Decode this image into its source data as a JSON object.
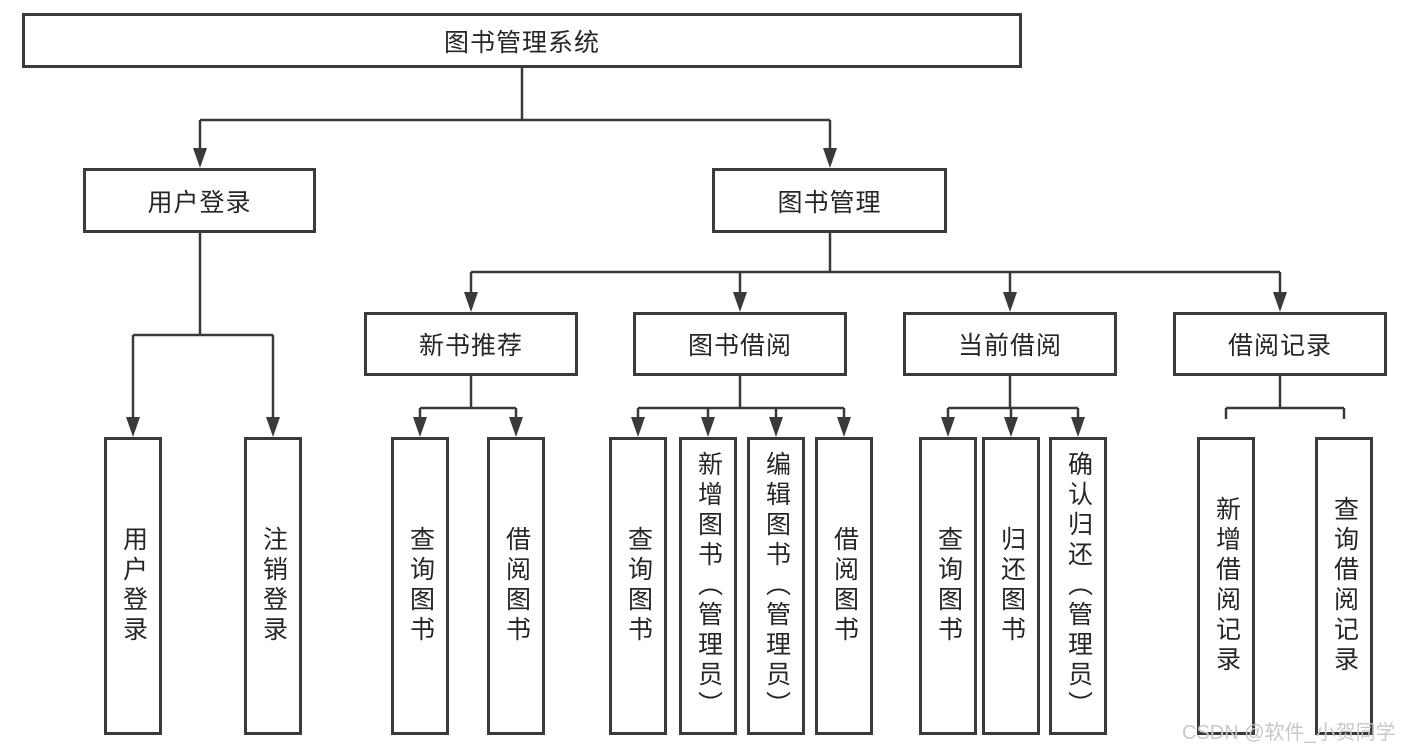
{
  "diagram": {
    "root": {
      "label": "图书管理系统"
    },
    "branches": [
      {
        "label": "用户登录",
        "children": [
          {
            "label": "用户登录"
          },
          {
            "label": "注销登录"
          }
        ]
      },
      {
        "label": "图书管理",
        "groups": [
          {
            "label": "新书推荐",
            "children": [
              {
                "label": "查询图书"
              },
              {
                "label": "借阅图书"
              }
            ]
          },
          {
            "label": "图书借阅",
            "children": [
              {
                "label": "查询图书"
              },
              {
                "label": "新增图书（管理员）"
              },
              {
                "label": "编辑图书（管理员）"
              },
              {
                "label": "借阅图书"
              }
            ]
          },
          {
            "label": "当前借阅",
            "children": [
              {
                "label": "查询图书"
              },
              {
                "label": "归还图书"
              },
              {
                "label": "确认归还（管理员）"
              }
            ]
          },
          {
            "label": "借阅记录",
            "children": [
              {
                "label": "新增借阅记录"
              },
              {
                "label": "查询借阅记录"
              }
            ]
          }
        ]
      }
    ]
  },
  "watermark": {
    "text": "CSDN @软件_小贺同学",
    "color": "#c8c8c8"
  },
  "colors": {
    "background": "#ffffff",
    "line": "#3a3a3a",
    "text": "#262626"
  }
}
